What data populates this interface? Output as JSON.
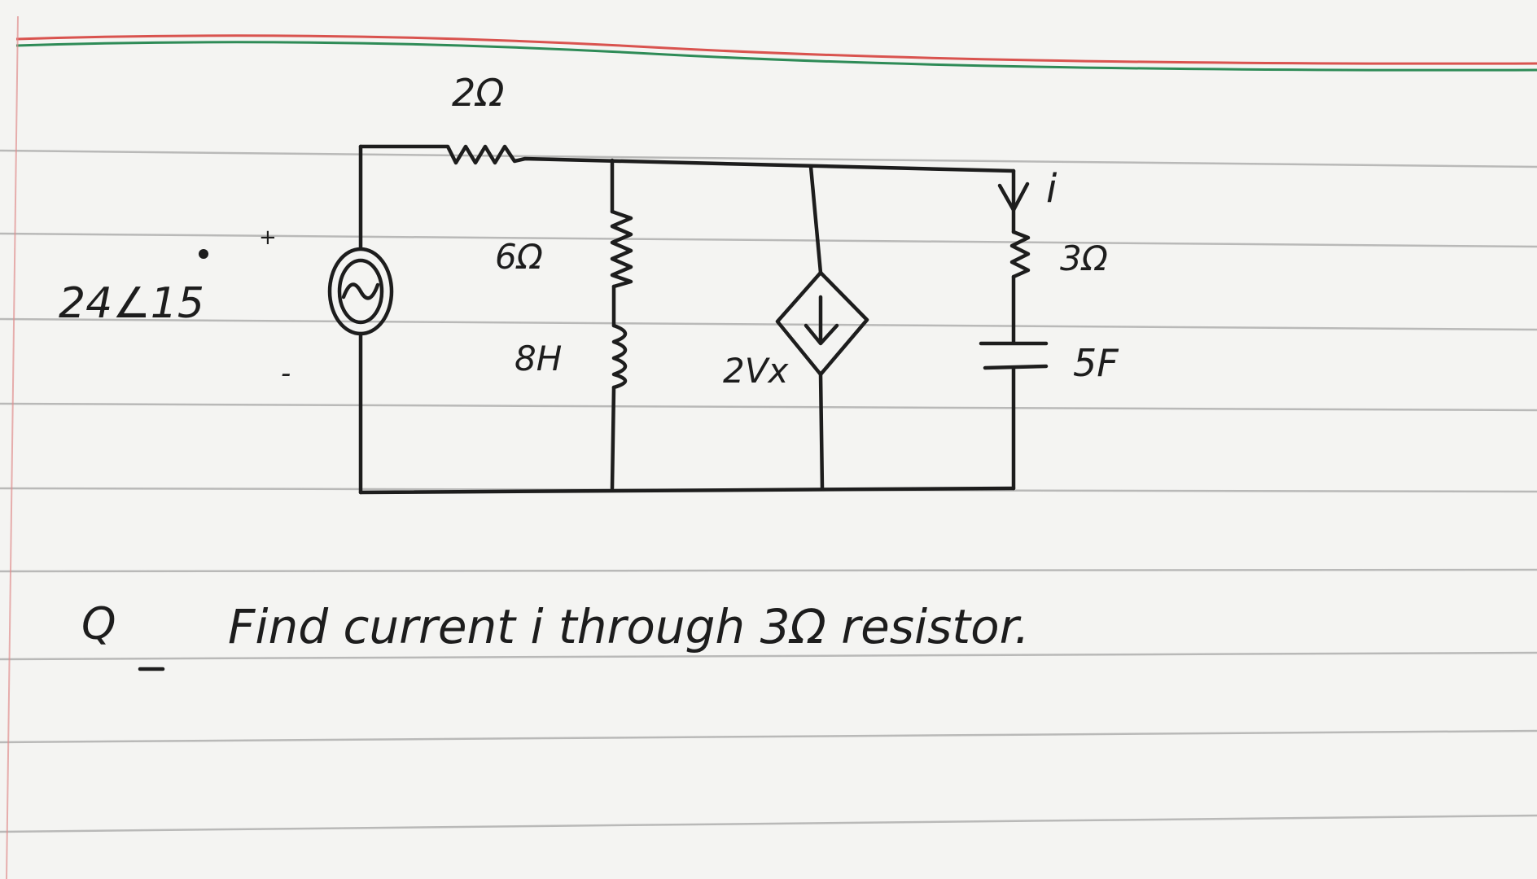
{
  "circuit": {
    "source_label": "24∠15",
    "source_plus": "+",
    "source_minus": "-",
    "source_symbol": "~",
    "r_series_label": "2Ω",
    "r_branch1_label": "6Ω",
    "l_branch1_label": "8H",
    "dep_source_label": "2Vx",
    "current_label": "i",
    "r_branch3_label": "3Ω",
    "c_branch3_label": "5F"
  },
  "question": {
    "prefix": "Q",
    "text": "Find current i through 3Ω resistor."
  },
  "colors": {
    "paper": "#f4f4f2",
    "ink": "#1d1d1d",
    "margin_red": "#d9534f",
    "margin_green": "#2e8b57",
    "rule": "#8a8a8a"
  }
}
